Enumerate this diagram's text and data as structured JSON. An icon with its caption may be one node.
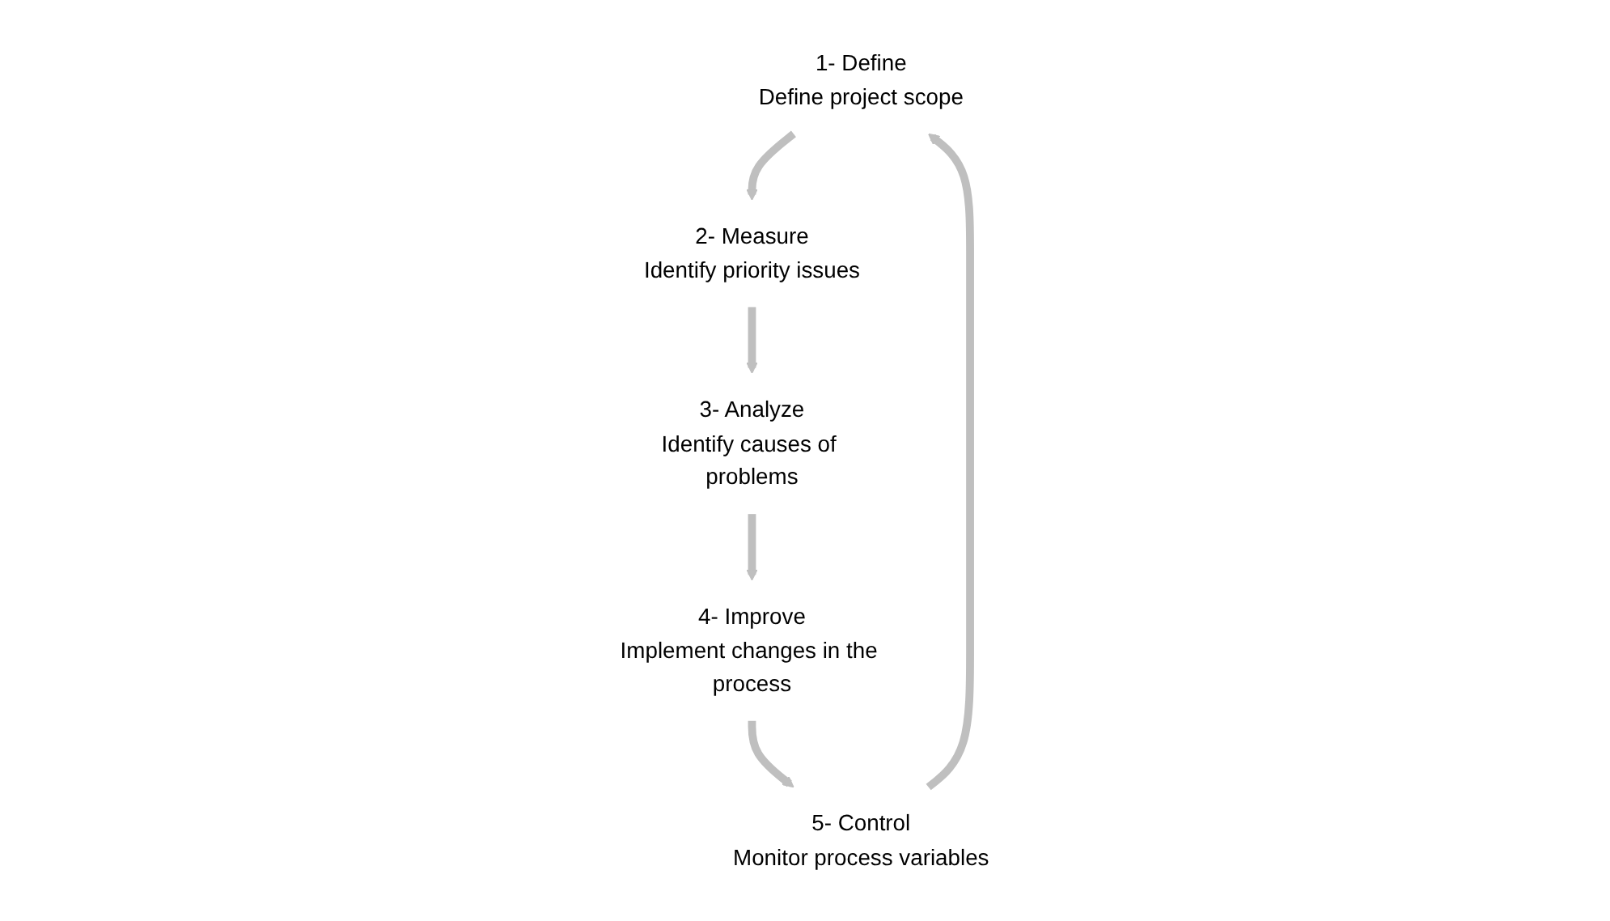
{
  "diagram": {
    "nodes": [
      {
        "text": [
          "1- Define",
          "Define project scope"
        ]
      },
      {
        "text": [
          "2- Measure",
          "Identify priority issues"
        ]
      },
      {
        "text": [
          "3- Analyze",
          "Identify causes of problems"
        ]
      },
      {
        "text": [
          "4- Improve",
          "Implement changes in the process"
        ]
      },
      {
        "text": [
          "5- Control",
          "Monitor process variables"
        ]
      }
    ],
    "edges": [
      {
        "from": 0,
        "to": 1,
        "arrow": "to"
      },
      {
        "from": 1,
        "to": 2,
        "arrow": "to"
      },
      {
        "from": 2,
        "to": 3,
        "arrow": "to"
      },
      {
        "from": 3,
        "to": 4,
        "arrow": "to"
      },
      {
        "from": 4,
        "to": 0,
        "arrow": "to"
      }
    ]
  }
}
